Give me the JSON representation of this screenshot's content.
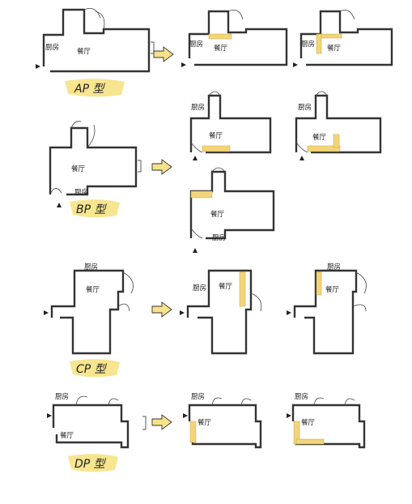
{
  "labels": {
    "kitchen": "厨房",
    "dining": "餐厅"
  },
  "types": [
    {
      "id": "A",
      "text": "AP 型"
    },
    {
      "id": "B",
      "text": "BP 型"
    },
    {
      "id": "C",
      "text": "CP 型"
    },
    {
      "id": "D",
      "text": "DP 型"
    }
  ],
  "colors": {
    "wall": "#333333",
    "highlight": "#f2d57a",
    "badge": "#f7e58f",
    "arrow": "#f7e28a"
  }
}
